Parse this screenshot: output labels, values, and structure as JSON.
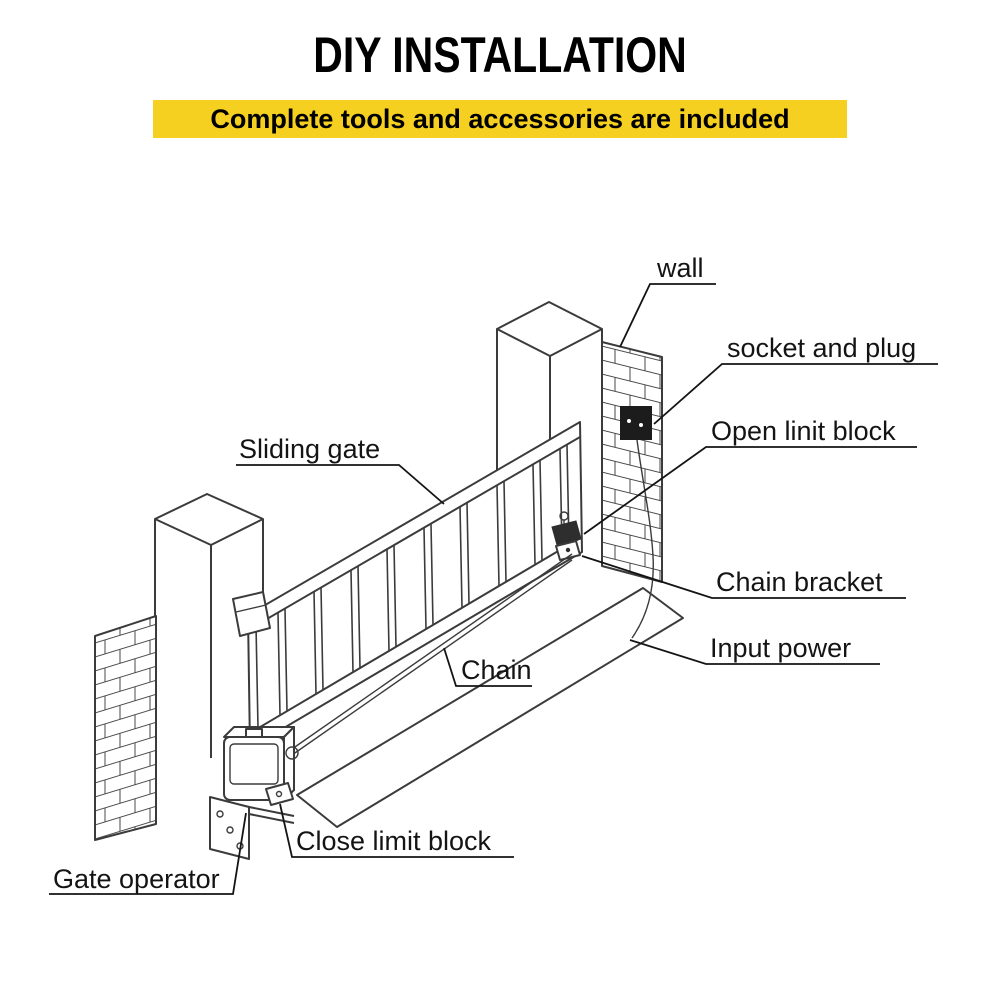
{
  "title": "DIY INSTALLATION",
  "banner": {
    "text": "Complete tools and accessories are included",
    "bg": "#F5D020"
  },
  "diagram": {
    "colors": {
      "line": "#3b3b3b",
      "label_text": "#141414",
      "socket": "#1c1c1c"
    },
    "labels": {
      "wall": "wall",
      "socket_and_plug": "socket and plug",
      "open_limit_block": "Open linit block",
      "chain_bracket": "Chain bracket",
      "input_power": "Input power",
      "sliding_gate": "Sliding gate",
      "chain": "Chain",
      "close_limit_block": "Close limit block",
      "gate_operator": "Gate operator"
    }
  }
}
